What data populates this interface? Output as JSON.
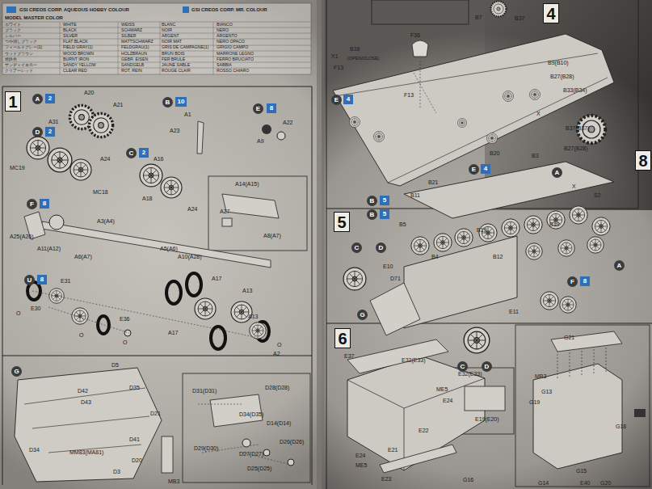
{
  "diagram": {
    "nodes": [
      {
        "text": [
          "1"
        ]
      },
      {
        "text": [
          "A"
        ]
      },
      {
        "text": [
          "2"
        ]
      },
      {
        "text": [
          "B"
        ]
      },
      {
        "text": [
          "10"
        ]
      },
      {
        "text": [
          "E"
        ]
      },
      {
        "text": [
          "8"
        ]
      },
      {
        "text": [
          "D"
        ]
      },
      {
        "text": [
          "2"
        ]
      },
      {
        "text": [
          "C"
        ]
      },
      {
        "text": [
          "2"
        ]
      },
      {
        "text": [
          "F"
        ]
      },
      {
        "text": [
          "8"
        ]
      },
      {
        "text": [
          "U"
        ]
      },
      {
        "text": [
          "8"
        ]
      },
      {
        "text": [
          "G"
        ]
      },
      {
        "text": [
          "4"
        ]
      },
      {
        "text": [
          "E"
        ]
      },
      {
        "text": [
          "4"
        ]
      },
      {
        "text": [
          "E"
        ]
      },
      {
        "text": [
          "4"
        ]
      },
      {
        "text": [
          "A"
        ]
      },
      {
        "text": [
          "B"
        ]
      },
      {
        "text": [
          "5"
        ]
      },
      {
        "text": [
          "B"
        ]
      },
      {
        "text": [
          "5"
        ]
      },
      {
        "text": [
          "5"
        ]
      },
      {
        "text": [
          "C"
        ]
      },
      {
        "text": [
          "D"
        ]
      },
      {
        "text": [
          "A"
        ]
      },
      {
        "text": [
          "F"
        ]
      },
      {
        "text": [
          "8"
        ]
      },
      {
        "text": [
          "G"
        ]
      },
      {
        "text": [
          "C"
        ]
      },
      {
        "text": [
          "D"
        ]
      },
      {
        "text": [
          "6"
        ]
      },
      {
        "text": [
          "8"
        ]
      }
    ],
    "labels": [
      "GSI CREOS CORP. AQUEOUS HOBBY COLOUR",
      "GSI CREOS CORP. MR. COLOUR",
      "MODEL MASTER COLOR",
      "ホワイト",
      "WHITE",
      "WEISS",
      "BLANC",
      "BIANCO",
      "ブラック",
      "BLACK",
      "SCHWARZ",
      "NOIR",
      "NERO",
      "シルバー",
      "SILVER",
      "SILBER",
      "ARGENT",
      "ARGENTO",
      "つや消しブラック",
      "FLAT BLACK",
      "MATTSCHWARZ",
      "NOIR MAT",
      "NERO OPACO",
      "フィールドグレー(1)",
      "FIELD GRAY(1)",
      "FELDGRAU(1)",
      "GRIS DE CAMPAGNE(1)",
      "GRIGIO CAMPO",
      "ウッドブラウン",
      "WOOD BROWN",
      "HOLZBRAUN",
      "BRUN BOIS",
      "MARRONE LEGNO",
      "焼鉄色",
      "BURNT IRON",
      "GEBR. EISEN",
      "FER BRULE",
      "FERRO BRUCIATO",
      "サンディイエロー",
      "SANDY YELLOW",
      "SANDGELB",
      "JAUNE SABLE",
      "SABBIA",
      "クリアーレッド",
      "CLEAR RED",
      "ROT, REIN",
      "ROUGE CLAIR",
      "ROSSO CHIARO",
      "A20",
      "A21",
      "A31",
      "MC19",
      "A24",
      "MC18",
      "A16",
      "A18",
      "A24",
      "A1",
      "A23",
      "A22",
      "A9",
      "A14(A15)",
      "A27",
      "A8(A7)",
      "A3(A4)",
      "A25(A26)",
      "A11(A12)",
      "A6(A7)",
      "A5(A6)",
      "A10(A28)",
      "E31",
      "E30",
      "E36",
      "A17",
      "A13",
      "A17",
      "A13",
      "A2",
      "D5",
      "D35",
      "D42",
      "D43",
      "D21",
      "D41",
      "D34",
      "MM83(MA81)",
      "D20",
      "D3",
      "MB3",
      "D31(D31)",
      "D28(D28)",
      "D34(D35)",
      "D14(D14)",
      "D29(D30)",
      "D27(D27)",
      "D26(D26)",
      "D25(D25)",
      "B7",
      "B37",
      "F36",
      "X1",
      "B16",
      "(OPEN/CLOSE)",
      "F13",
      "F13",
      "B9(B10)",
      "B27(B28)",
      "B33(B34)",
      "X",
      "B37(B37)",
      "B27(B28)",
      "B3",
      "B20",
      "B21",
      "B11",
      "X",
      "S2",
      "B5",
      "B19",
      "B19",
      "B4",
      "B12",
      "E10",
      "D71",
      "E11",
      "E37",
      "E32(E33)",
      "E32(E33)",
      "ME5",
      "E24",
      "E19(E20)",
      "E22",
      "E21",
      "E24",
      "ME5",
      "E23",
      "G16",
      "G21",
      "MB3",
      "G13",
      "G19",
      "G18",
      "G15",
      "G14",
      "E40",
      "G20",
      "O",
      "O",
      "O",
      "O"
    ]
  }
}
